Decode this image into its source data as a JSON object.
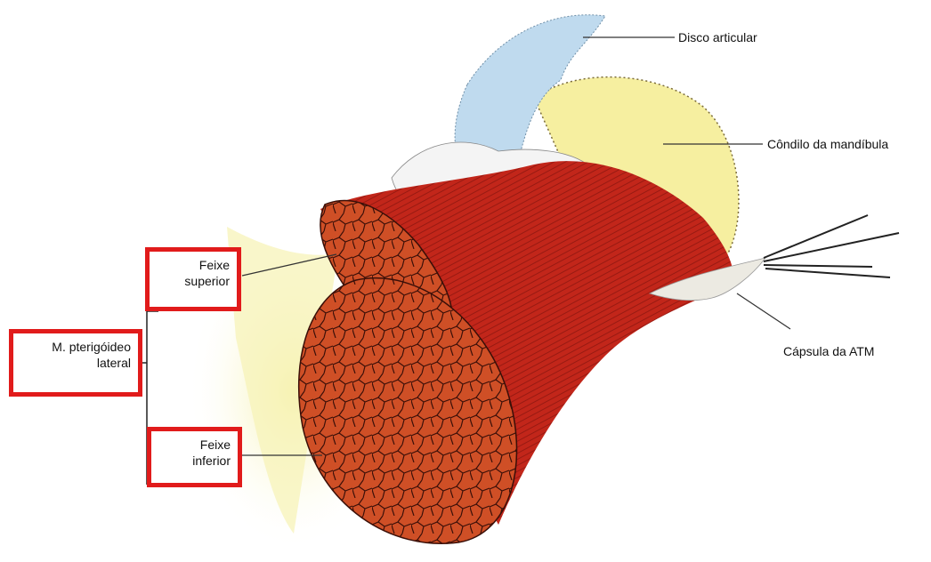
{
  "labels": {
    "disco": "Disco articular",
    "condilo": "Côndilo da mandíbula",
    "capsula": "Cápsula da ATM",
    "feixe_superior": [
      "Feixe",
      "superior"
    ],
    "feixe_inferior": [
      "Feixe",
      "inferior"
    ],
    "pterigoideo": [
      "M. pterigóideo",
      "lateral"
    ]
  },
  "colors": {
    "box_border": "#e11b1b",
    "muscle": "#c62a1e",
    "muscle_texture": "#d2562a",
    "disc": "#bfdaee",
    "condyle": "#f6efa0",
    "background_tint": "#f7f3b8"
  }
}
